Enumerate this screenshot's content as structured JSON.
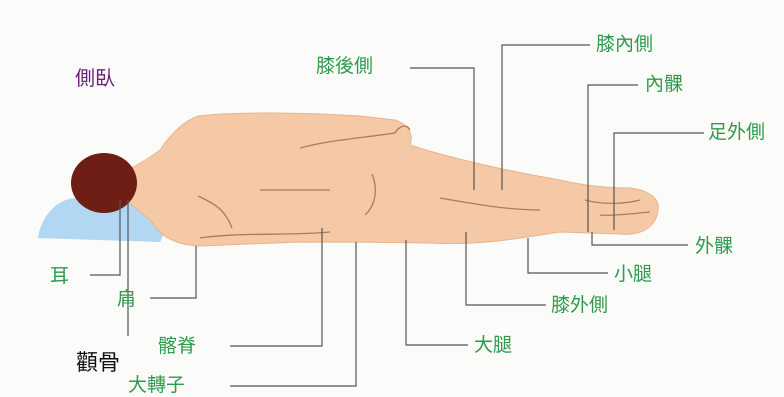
{
  "title": "側臥",
  "colors": {
    "label": "#2e9a4c",
    "title": "#6b1f7c",
    "leader": "#555555",
    "skin": "#f5c9a6",
    "hair": "#6e1e14",
    "pillow": "#a9d3f1"
  },
  "labels": {
    "knee_back": "膝後側",
    "knee_inner": "膝內側",
    "inner_ankle": "內髁",
    "foot_outer": "足外側",
    "outer_ankle": "外髁",
    "calf": "小腿",
    "knee_outer": "膝外側",
    "thigh": "大腿",
    "ear": "耳",
    "shoulder": "肩",
    "iliac_crest": "髂脊",
    "greater_trochanter": "大轉子",
    "zygomatic": "顴骨"
  }
}
